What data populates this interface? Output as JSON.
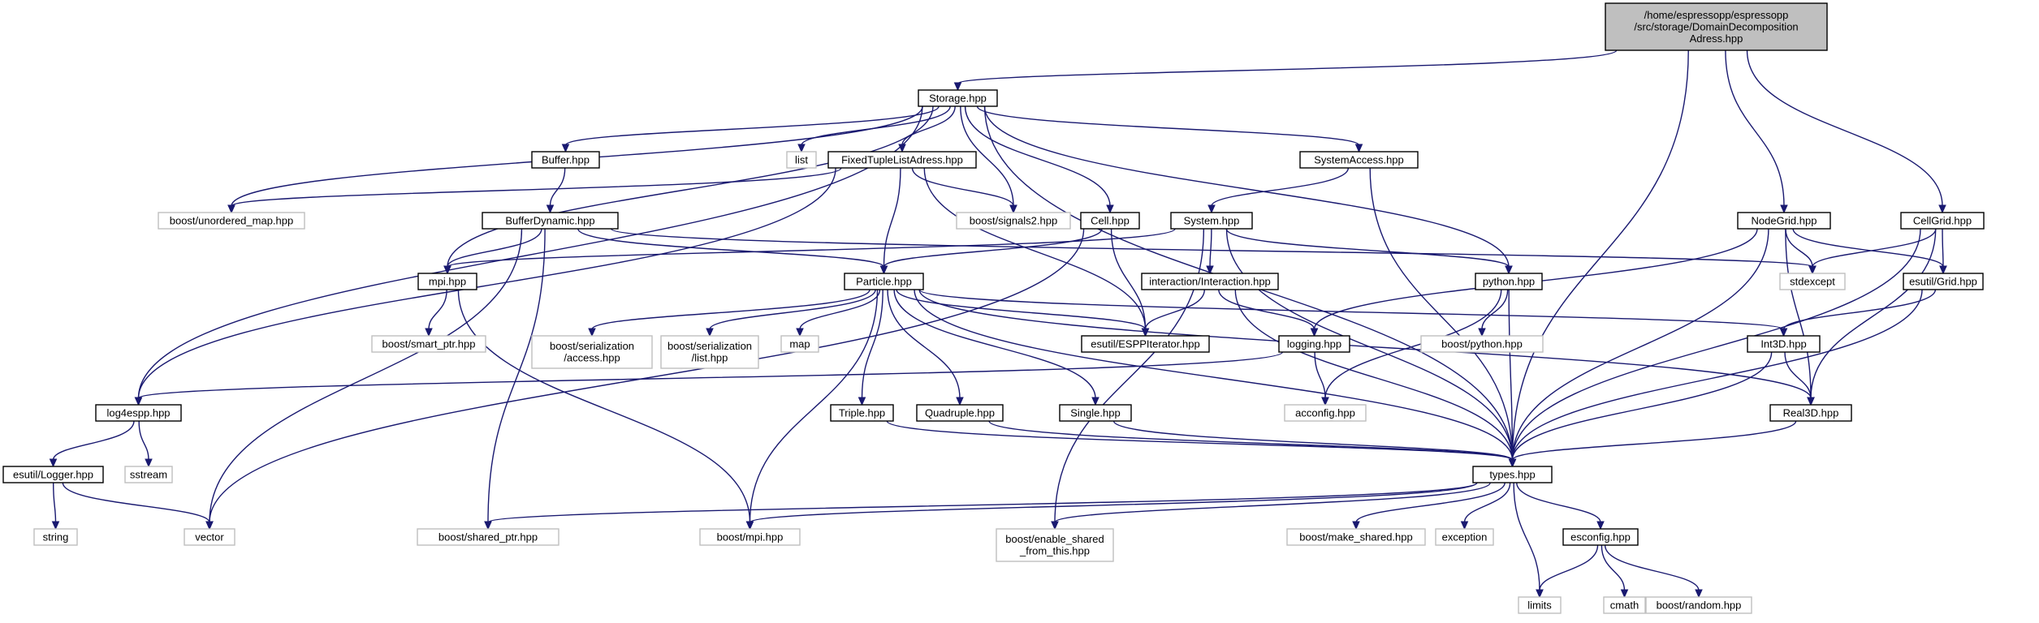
{
  "nodes": [
    {
      "id": "root",
      "kind": "root",
      "lines": [
        "/home/espressopp/espressopp",
        "/src/storage/DomainDecomposition",
        "Adress.hpp"
      ]
    },
    {
      "id": "storage",
      "kind": "inc",
      "lines": [
        "Storage.hpp"
      ]
    },
    {
      "id": "nodegrid",
      "kind": "inc",
      "lines": [
        "NodeGrid.hpp"
      ]
    },
    {
      "id": "cellgrid",
      "kind": "inc",
      "lines": [
        "CellGrid.hpp"
      ]
    },
    {
      "id": "buffer",
      "kind": "inc",
      "lines": [
        "Buffer.hpp"
      ]
    },
    {
      "id": "list",
      "kind": "sys",
      "lines": [
        "list"
      ]
    },
    {
      "id": "ftla",
      "kind": "inc",
      "lines": [
        "FixedTupleListAdress.hpp"
      ]
    },
    {
      "id": "sysaccess",
      "kind": "inc",
      "lines": [
        "SystemAccess.hpp"
      ]
    },
    {
      "id": "unordered",
      "kind": "sys",
      "lines": [
        "boost/unordered_map.hpp"
      ]
    },
    {
      "id": "bufdyn",
      "kind": "inc",
      "lines": [
        "BufferDynamic.hpp"
      ]
    },
    {
      "id": "signals2",
      "kind": "sys",
      "lines": [
        "boost/signals2.hpp"
      ]
    },
    {
      "id": "cell",
      "kind": "inc",
      "lines": [
        "Cell.hpp"
      ]
    },
    {
      "id": "system",
      "kind": "inc",
      "lines": [
        "System.hpp"
      ]
    },
    {
      "id": "stdexcept",
      "kind": "sys",
      "lines": [
        "stdexcept"
      ]
    },
    {
      "id": "esgrid",
      "kind": "inc",
      "lines": [
        "esutil/Grid.hpp"
      ]
    },
    {
      "id": "mpi",
      "kind": "inc",
      "lines": [
        "mpi.hpp"
      ]
    },
    {
      "id": "particle",
      "kind": "inc",
      "lines": [
        "Particle.hpp"
      ]
    },
    {
      "id": "interaction",
      "kind": "inc",
      "lines": [
        "interaction/Interaction.hpp"
      ]
    },
    {
      "id": "python",
      "kind": "inc",
      "lines": [
        "python.hpp"
      ]
    },
    {
      "id": "smartptr",
      "kind": "sys",
      "lines": [
        "boost/smart_ptr.hpp"
      ]
    },
    {
      "id": "seraccess",
      "kind": "sys",
      "lines": [
        "boost/serialization",
        "/access.hpp"
      ]
    },
    {
      "id": "serlist",
      "kind": "sys",
      "lines": [
        "boost/serialization",
        "/list.hpp"
      ]
    },
    {
      "id": "map",
      "kind": "sys",
      "lines": [
        "map"
      ]
    },
    {
      "id": "esppiter",
      "kind": "inc",
      "lines": [
        "esutil/ESPPIterator.hpp"
      ]
    },
    {
      "id": "logging",
      "kind": "inc",
      "lines": [
        "logging.hpp"
      ]
    },
    {
      "id": "boostpython",
      "kind": "sys",
      "lines": [
        "boost/python.hpp"
      ]
    },
    {
      "id": "int3d",
      "kind": "inc",
      "lines": [
        "Int3D.hpp"
      ]
    },
    {
      "id": "log4espp",
      "kind": "inc",
      "lines": [
        "log4espp.hpp"
      ]
    },
    {
      "id": "triple",
      "kind": "inc",
      "lines": [
        "Triple.hpp"
      ]
    },
    {
      "id": "quadruple",
      "kind": "inc",
      "lines": [
        "Quadruple.hpp"
      ]
    },
    {
      "id": "single",
      "kind": "inc",
      "lines": [
        "Single.hpp"
      ]
    },
    {
      "id": "acconfig",
      "kind": "sys",
      "lines": [
        "acconfig.hpp"
      ]
    },
    {
      "id": "real3d",
      "kind": "inc",
      "lines": [
        "Real3D.hpp"
      ]
    },
    {
      "id": "eslogger",
      "kind": "inc",
      "lines": [
        "esutil/Logger.hpp"
      ]
    },
    {
      "id": "sstream",
      "kind": "sys",
      "lines": [
        "sstream"
      ]
    },
    {
      "id": "types",
      "kind": "inc",
      "lines": [
        "types.hpp"
      ]
    },
    {
      "id": "string",
      "kind": "sys",
      "lines": [
        "string"
      ]
    },
    {
      "id": "vector",
      "kind": "sys",
      "lines": [
        "vector"
      ]
    },
    {
      "id": "sharedptr",
      "kind": "sys",
      "lines": [
        "boost/shared_ptr.hpp"
      ]
    },
    {
      "id": "boostmpi",
      "kind": "sys",
      "lines": [
        "boost/mpi.hpp"
      ]
    },
    {
      "id": "enableshared",
      "kind": "sys",
      "lines": [
        "boost/enable_shared",
        "_from_this.hpp"
      ]
    },
    {
      "id": "makeshared",
      "kind": "sys",
      "lines": [
        "boost/make_shared.hpp"
      ]
    },
    {
      "id": "exception",
      "kind": "sys",
      "lines": [
        "exception"
      ]
    },
    {
      "id": "esconfig",
      "kind": "inc",
      "lines": [
        "esconfig.hpp"
      ]
    },
    {
      "id": "limits",
      "kind": "sys",
      "lines": [
        "limits"
      ]
    },
    {
      "id": "cmath",
      "kind": "sys",
      "lines": [
        "cmath"
      ]
    },
    {
      "id": "random",
      "kind": "sys",
      "lines": [
        "boost/random.hpp"
      ]
    }
  ],
  "edges": [
    [
      "root",
      "storage"
    ],
    [
      "root",
      "types"
    ],
    [
      "root",
      "nodegrid"
    ],
    [
      "root",
      "cellgrid"
    ],
    [
      "storage",
      "log4espp"
    ],
    [
      "storage",
      "unordered"
    ],
    [
      "storage",
      "buffer"
    ],
    [
      "storage",
      "list"
    ],
    [
      "storage",
      "ftla"
    ],
    [
      "storage",
      "signals2"
    ],
    [
      "storage",
      "mpi"
    ],
    [
      "storage",
      "cell"
    ],
    [
      "storage",
      "sysaccess"
    ],
    [
      "storage",
      "python"
    ],
    [
      "storage",
      "types"
    ],
    [
      "ftla",
      "unordered"
    ],
    [
      "ftla",
      "signals2"
    ],
    [
      "ftla",
      "particle"
    ],
    [
      "ftla",
      "esppiter"
    ],
    [
      "ftla",
      "log4espp"
    ],
    [
      "buffer",
      "bufdyn"
    ],
    [
      "bufdyn",
      "mpi"
    ],
    [
      "bufdyn",
      "particle"
    ],
    [
      "bufdyn",
      "vector"
    ],
    [
      "bufdyn",
      "sharedptr"
    ],
    [
      "bufdyn",
      "stdexcept"
    ],
    [
      "sysaccess",
      "system"
    ],
    [
      "sysaccess",
      "types"
    ],
    [
      "cell",
      "particle"
    ],
    [
      "cell",
      "esppiter"
    ],
    [
      "cell",
      "vector"
    ],
    [
      "system",
      "interaction"
    ],
    [
      "system",
      "python"
    ],
    [
      "system",
      "types"
    ],
    [
      "system",
      "mpi"
    ],
    [
      "system",
      "enableshared"
    ],
    [
      "nodegrid",
      "stdexcept"
    ],
    [
      "nodegrid",
      "esgrid"
    ],
    [
      "nodegrid",
      "real3d"
    ],
    [
      "nodegrid",
      "types"
    ],
    [
      "nodegrid",
      "logging"
    ],
    [
      "cellgrid",
      "stdexcept"
    ],
    [
      "cellgrid",
      "esgrid"
    ],
    [
      "cellgrid",
      "real3d"
    ],
    [
      "cellgrid",
      "types"
    ],
    [
      "esgrid",
      "int3d"
    ],
    [
      "esgrid",
      "types"
    ],
    [
      "mpi",
      "smartptr"
    ],
    [
      "mpi",
      "boostmpi"
    ],
    [
      "particle",
      "seraccess"
    ],
    [
      "particle",
      "serlist"
    ],
    [
      "particle",
      "map"
    ],
    [
      "particle",
      "esppiter"
    ],
    [
      "particle",
      "triple"
    ],
    [
      "particle",
      "quadruple"
    ],
    [
      "particle",
      "single"
    ],
    [
      "particle",
      "int3d"
    ],
    [
      "particle",
      "real3d"
    ],
    [
      "particle",
      "types"
    ],
    [
      "particle",
      "boostmpi"
    ],
    [
      "interaction",
      "esppiter"
    ],
    [
      "interaction",
      "logging"
    ],
    [
      "interaction",
      "types"
    ],
    [
      "python",
      "boostpython"
    ],
    [
      "python",
      "acconfig"
    ],
    [
      "python",
      "types"
    ],
    [
      "logging",
      "log4espp"
    ],
    [
      "logging",
      "acconfig"
    ],
    [
      "int3d",
      "real3d"
    ],
    [
      "int3d",
      "types"
    ],
    [
      "log4espp",
      "eslogger"
    ],
    [
      "log4espp",
      "sstream"
    ],
    [
      "eslogger",
      "string"
    ],
    [
      "eslogger",
      "vector"
    ],
    [
      "triple",
      "types"
    ],
    [
      "quadruple",
      "types"
    ],
    [
      "single",
      "types"
    ],
    [
      "real3d",
      "types"
    ],
    [
      "types",
      "sharedptr"
    ],
    [
      "types",
      "boostmpi"
    ],
    [
      "types",
      "enableshared"
    ],
    [
      "types",
      "makeshared"
    ],
    [
      "types",
      "exception"
    ],
    [
      "types",
      "limits"
    ],
    [
      "types",
      "esconfig"
    ],
    [
      "esconfig",
      "limits"
    ],
    [
      "esconfig",
      "cmath"
    ],
    [
      "esconfig",
      "random"
    ]
  ]
}
